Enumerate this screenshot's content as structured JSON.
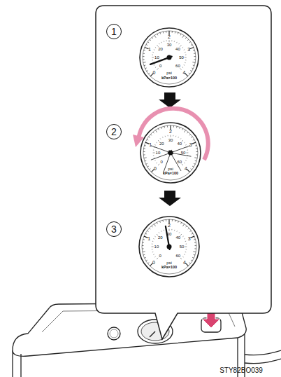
{
  "diagram": {
    "nodes": [
      {
        "text": [
          "1"
        ]
      },
      {
        "text": [
          "2"
        ]
      },
      {
        "text": [
          "3"
        ]
      }
    ],
    "labels": [
      "0",
      "1",
      "2",
      "3",
      "4",
      "0",
      "10",
      "20",
      "30",
      "40",
      "50",
      "60",
      "psi",
      "kPa×100",
      "0",
      "1",
      "2",
      "3",
      "4",
      "0",
      "10",
      "20",
      "30",
      "40",
      "50",
      "60",
      "psi",
      "kPa×100",
      "0",
      "1",
      "2",
      "3",
      "4",
      "0",
      "10",
      "20",
      "30",
      "40",
      "50",
      "60",
      "psi",
      "kPa×100",
      "STY82BO039"
    ]
  }
}
